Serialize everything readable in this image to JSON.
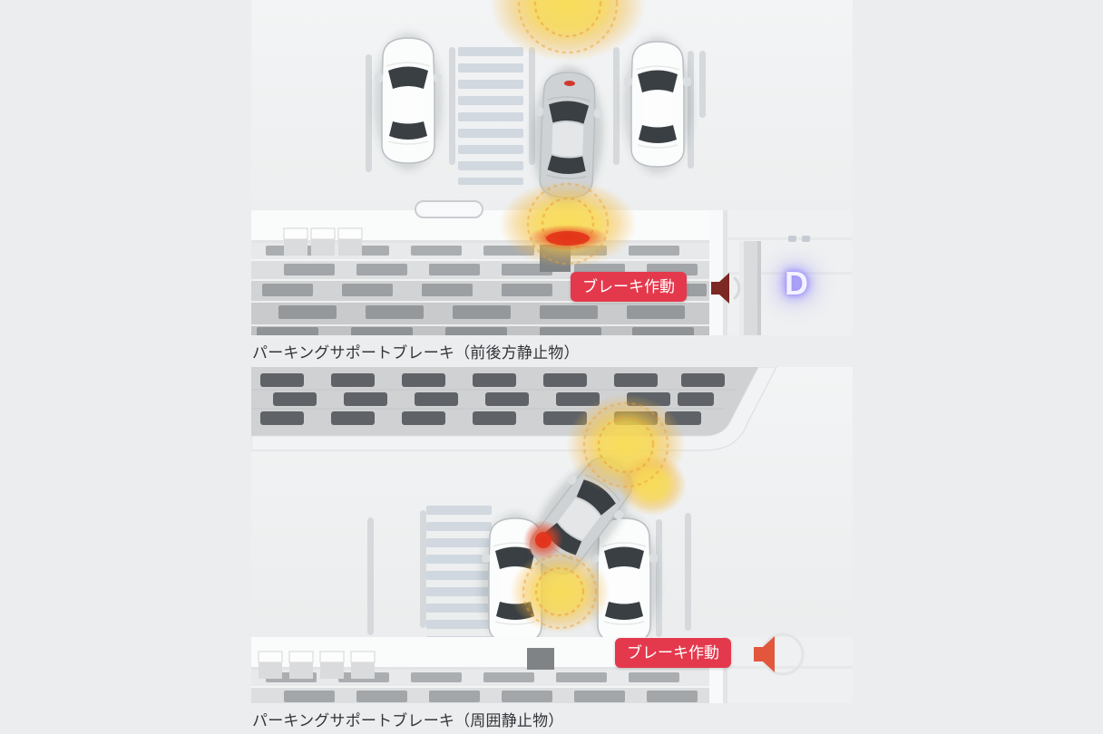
{
  "page": {
    "background_color": "#ebedee"
  },
  "figures": [
    {
      "name": "parking-support-brake-front-rear",
      "caption": "パーキングサポートブレーキ（前後方静止物）",
      "badge_label": "ブレーキ作動",
      "shift_indicator": "D",
      "icons": [
        "speaker-icon"
      ],
      "colors": {
        "badge_background": "#e4394d",
        "badge_text": "#ffffff",
        "detection_yellow": "#f7d447",
        "warning_red": "#e63318",
        "shift_indicator_glow": "#7c6cf8",
        "speaker": "#7c2823"
      }
    },
    {
      "name": "parking-support-brake-surroundings",
      "caption": "パーキングサポートブレーキ（周囲静止物）",
      "badge_label": "ブレーキ作動",
      "icons": [
        "speaker-icon"
      ],
      "colors": {
        "badge_background": "#e4394d",
        "badge_text": "#ffffff",
        "detection_yellow": "#f7d447",
        "warning_red": "#e63318",
        "speaker": "#e2573c"
      }
    }
  ]
}
